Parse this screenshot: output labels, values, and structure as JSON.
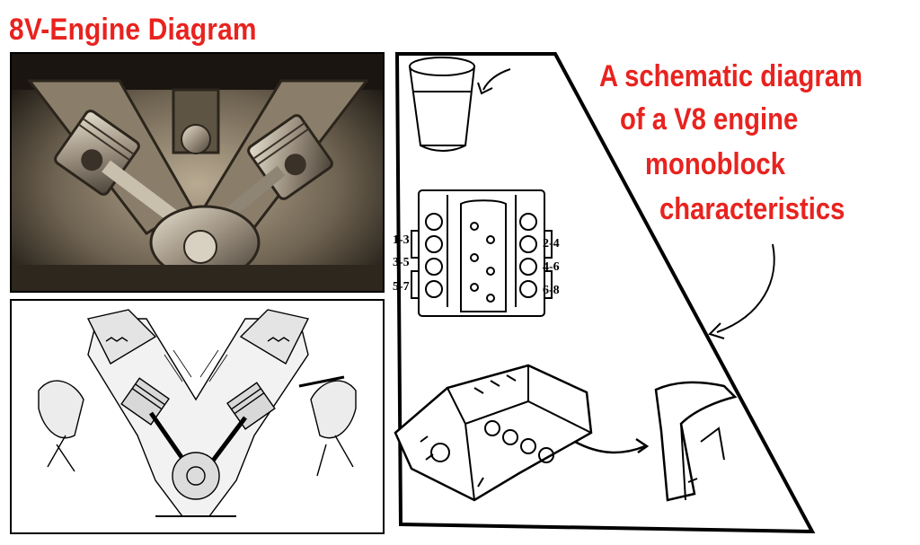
{
  "title": "8V-Engine Diagram",
  "caption": {
    "line1": "A schematic diagram",
    "line2": "of a V8 engine",
    "line3": "monoblock",
    "line4": "characteristics"
  },
  "cylinder_labels": {
    "left": [
      "1-3",
      "3-5",
      "5-7"
    ],
    "right": [
      "2-4",
      "4-6",
      "6-8"
    ]
  },
  "colors": {
    "title": "#e8231f",
    "outline": "#000000"
  }
}
